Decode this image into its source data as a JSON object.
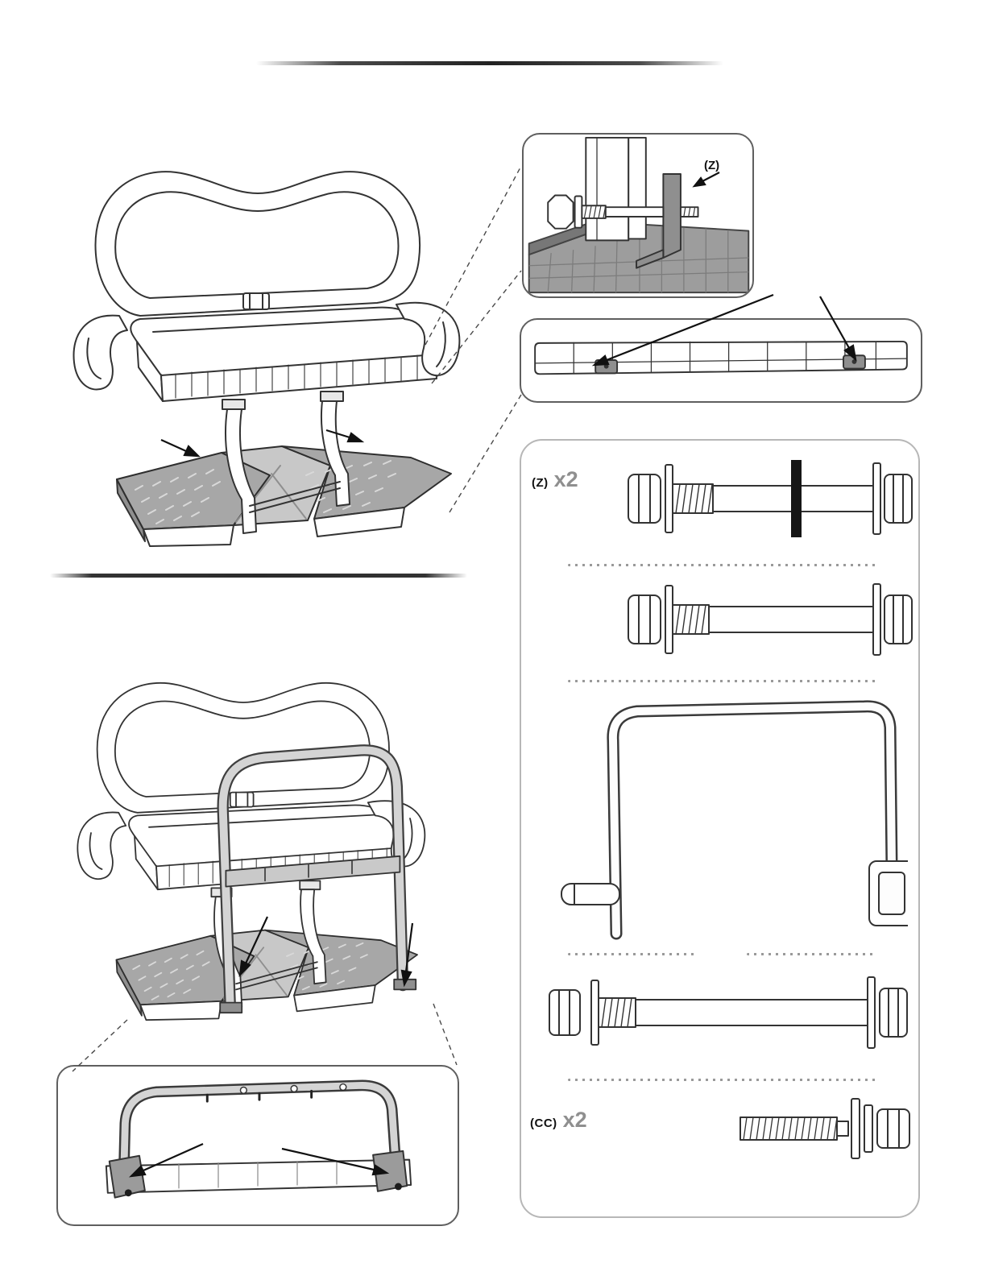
{
  "colors": {
    "line": "#333333",
    "metal_gray": "#a7a7a7",
    "label_gray": "#8f8f8f",
    "paint_marker": "#161616"
  },
  "insets": {
    "bracket_detail": {
      "callout": "(Z)"
    }
  },
  "hardware_panel": {
    "items": [
      {
        "id": "hex-bolt-marked",
        "label": "(Z)",
        "qty": "x2"
      },
      {
        "id": "hex-bolt-long"
      },
      {
        "id": "u-bracket-frame"
      },
      {
        "id": "hex-bolt-short"
      },
      {
        "id": "threaded-stud",
        "label": "(CC)",
        "qty": "x2"
      }
    ]
  }
}
